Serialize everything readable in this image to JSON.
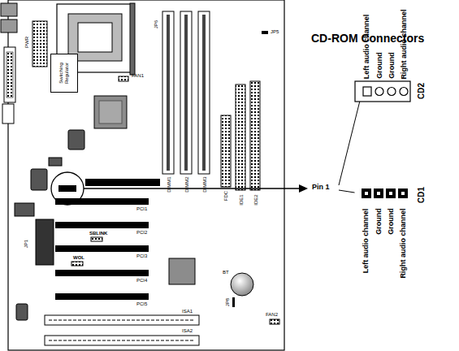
{
  "diagram": {
    "title": "CD-ROM Connectors",
    "nodes": [
      {
        "text": [
          "Switching Regulator"
        ]
      }
    ],
    "labels": [
      "PWR",
      "JP6",
      "JP5",
      "FAN1",
      "DIMM1",
      "DIMM2",
      "DIMM3",
      "FDC",
      "IDE1",
      "IDE2",
      "PCI1",
      "SBLINK",
      "PCI2",
      "WOL",
      "PCI3",
      "PCI4",
      "PCI5",
      "JP1",
      "BT",
      "JP8",
      "FAN2",
      "ISA1",
      "ISA2",
      "Left audio channel",
      "Ground",
      "Ground",
      "Right audio channel",
      "CD2",
      "Pin 1",
      "Left audio channel",
      "Ground",
      "Ground",
      "Right audio channel",
      "CD1"
    ]
  }
}
